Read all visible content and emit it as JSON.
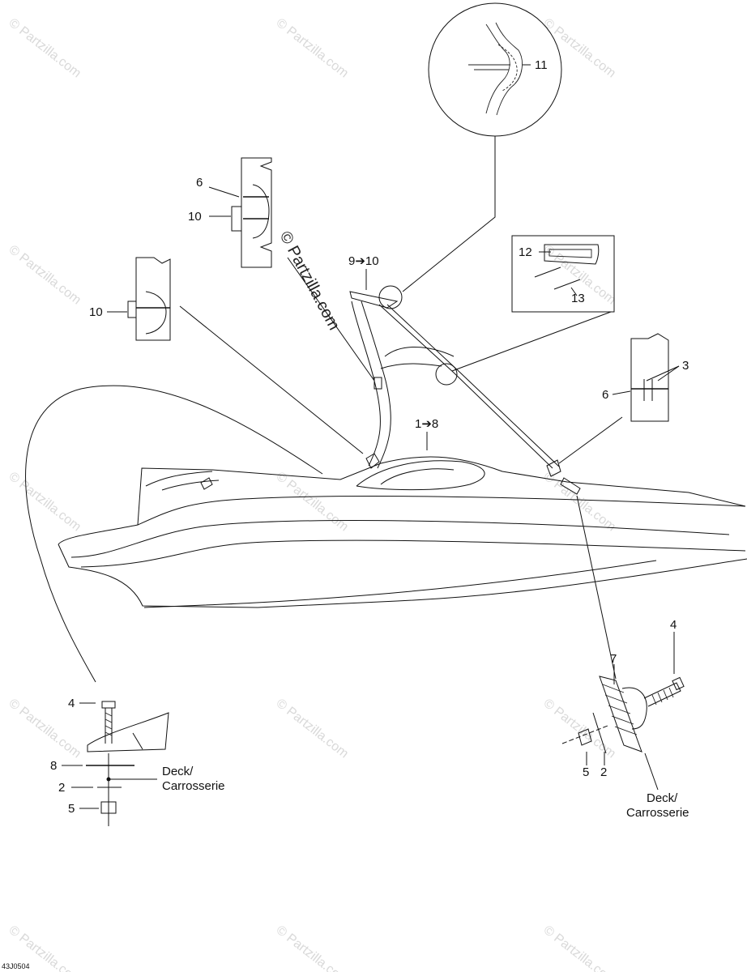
{
  "diagram_code": "43J0504",
  "watermark": "© Partzilla.com",
  "callouts": {
    "c11": "11",
    "c9_10": "9➔10",
    "c12": "12",
    "c13": "13",
    "c6_top": "6",
    "c10_top": "10",
    "c10_left": "10",
    "c3": "3",
    "c6_right": "6",
    "c1_8": "1➔8",
    "c4_left": "4",
    "c8_left": "8",
    "c2_left": "2",
    "c5_left": "5",
    "c7_right": "7",
    "c4_right": "4",
    "c5_right": "5",
    "c2_right": "2"
  },
  "deck_label_left": {
    "line1": "Deck/",
    "line2": "Carrosserie"
  },
  "deck_label_right": {
    "line1": "Deck/",
    "line2": "Carrosserie"
  }
}
